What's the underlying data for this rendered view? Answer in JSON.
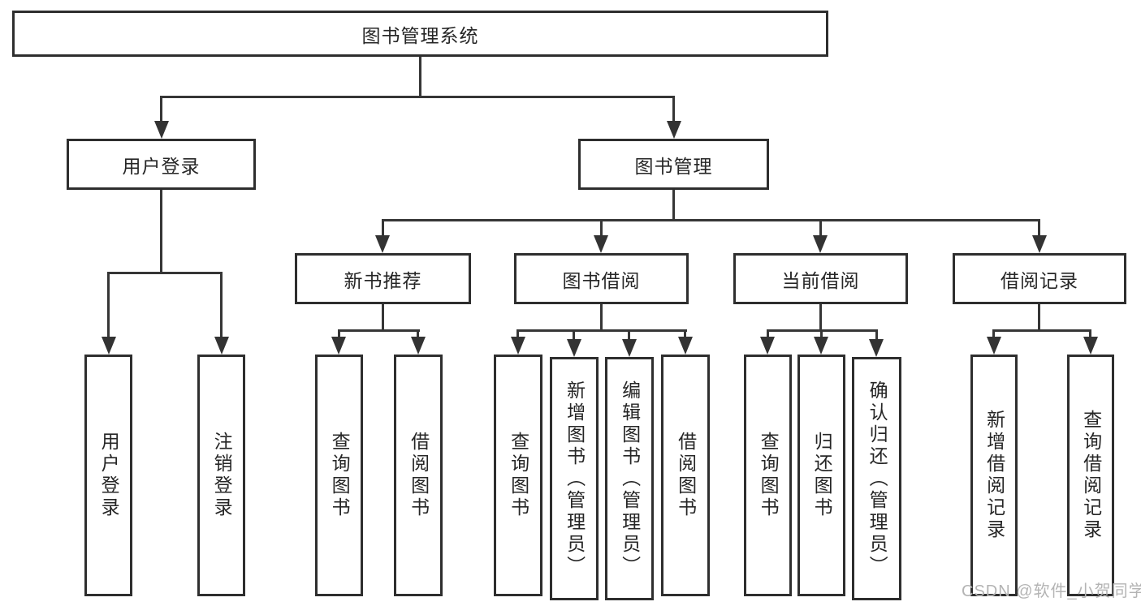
{
  "watermark": "CSDN @软件_小贺同学",
  "colors": {
    "background": "#ffffff",
    "box_border": "#2e2e2e",
    "connector_line": "#363636",
    "text": "#262626",
    "watermark": "#b4b4b4"
  },
  "nodes": {
    "root": {
      "label": "图书管理系统"
    },
    "user_login": {
      "label": "用户登录",
      "children": [
        "用户登录",
        "注销登录"
      ]
    },
    "book_management": {
      "label": "图书管理"
    },
    "new_book_recommendation": {
      "label": "新书推荐",
      "children": [
        "查询图书",
        "借阅图书"
      ]
    },
    "book_borrowing": {
      "label": "图书借阅",
      "children": [
        "查询图书",
        "新增图书（管理员）",
        "编辑图书（管理员）",
        "借阅图书"
      ]
    },
    "current_borrowing": {
      "label": "当前借阅",
      "children": [
        "查询图书",
        "归还图书",
        "确认归还（管理员）"
      ]
    },
    "borrowing_records": {
      "label": "借阅记录",
      "children": [
        "新增借阅记录",
        "查询借阅记录"
      ]
    }
  }
}
